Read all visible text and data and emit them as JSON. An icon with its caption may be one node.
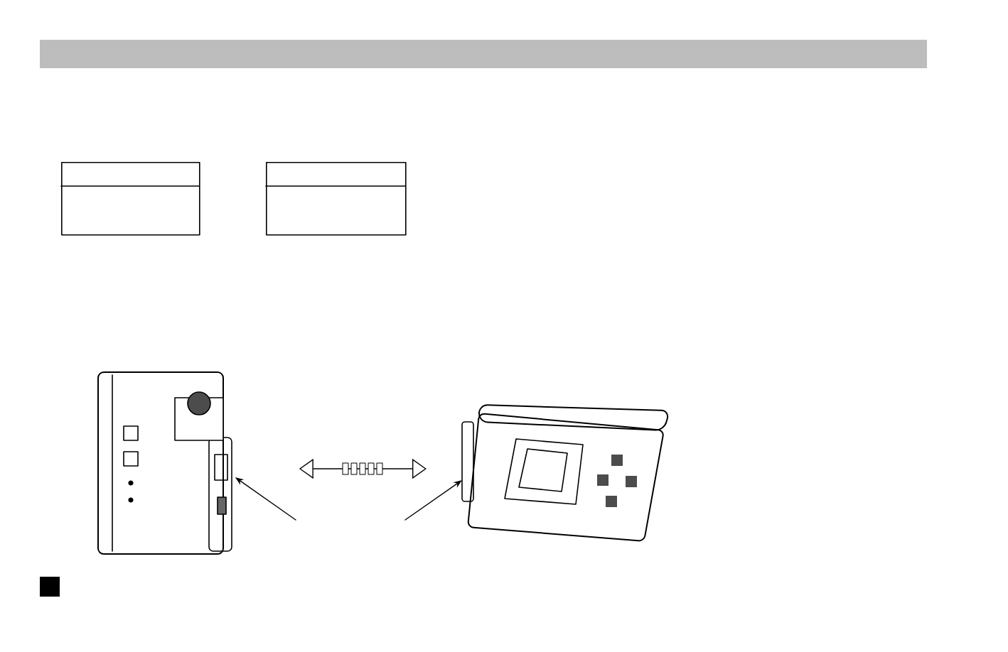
{
  "diagram": {
    "nodes": [
      {
        "text": [],
        "shape": "box"
      },
      {
        "text": [],
        "shape": "box"
      },
      {
        "text": [],
        "shape": "picture"
      },
      {
        "text": [],
        "shape": "picture"
      }
    ],
    "edges": [
      {
        "from": 2,
        "to": 3,
        "arrow": "both"
      },
      {
        "from": null,
        "to": 2,
        "arrow": "to"
      },
      {
        "from": null,
        "to": 3,
        "arrow": "to"
      }
    ]
  }
}
